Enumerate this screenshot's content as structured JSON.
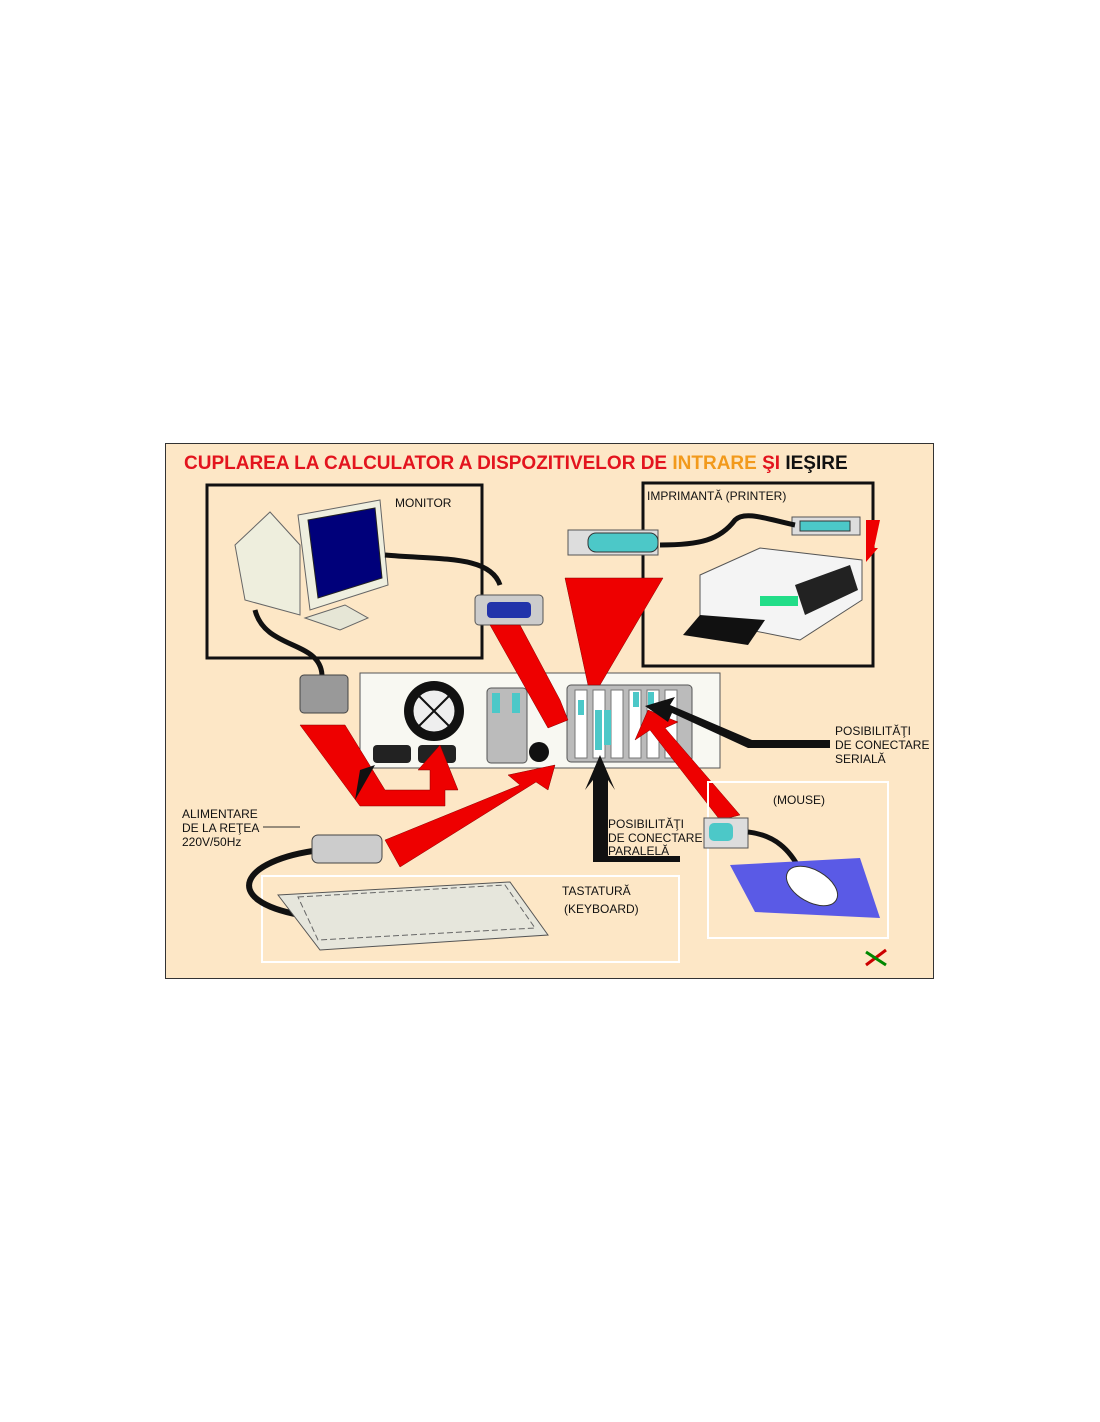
{
  "title": {
    "part1": "CUPLAREA LA CALCULATOR A DISPOZITIVELOR DE ",
    "part2": "INTRARE",
    "part3": " ŞI ",
    "part4": "IEŞIRE"
  },
  "labels": {
    "monitor": "MONITOR",
    "printer": "IMPRIMANTĂ (PRINTER)",
    "serial": [
      "POSIBILITĂŢI",
      "DE CONECTARE",
      "SERIALĂ"
    ],
    "parallel": [
      "POSIBILITĂŢI",
      "DE CONECTARE",
      "PARALELĂ"
    ],
    "power": [
      "ALIMENTARE",
      "DE LA REŢEA",
      "220V/50Hz"
    ],
    "mouse": "(MOUSE)",
    "keyboard": "TASTATURĂ",
    "keyboard_en": "(KEYBOARD)"
  },
  "colors": {
    "background": "#fde7c6",
    "title_red": "#e3141e",
    "title_orange": "#f29a1c",
    "arrow_red": "#ee0000",
    "screen": "#00007a",
    "connector": "#4cc8c8",
    "mouse_pad": "#5a5ae6",
    "label_orange": "#d2691e"
  }
}
